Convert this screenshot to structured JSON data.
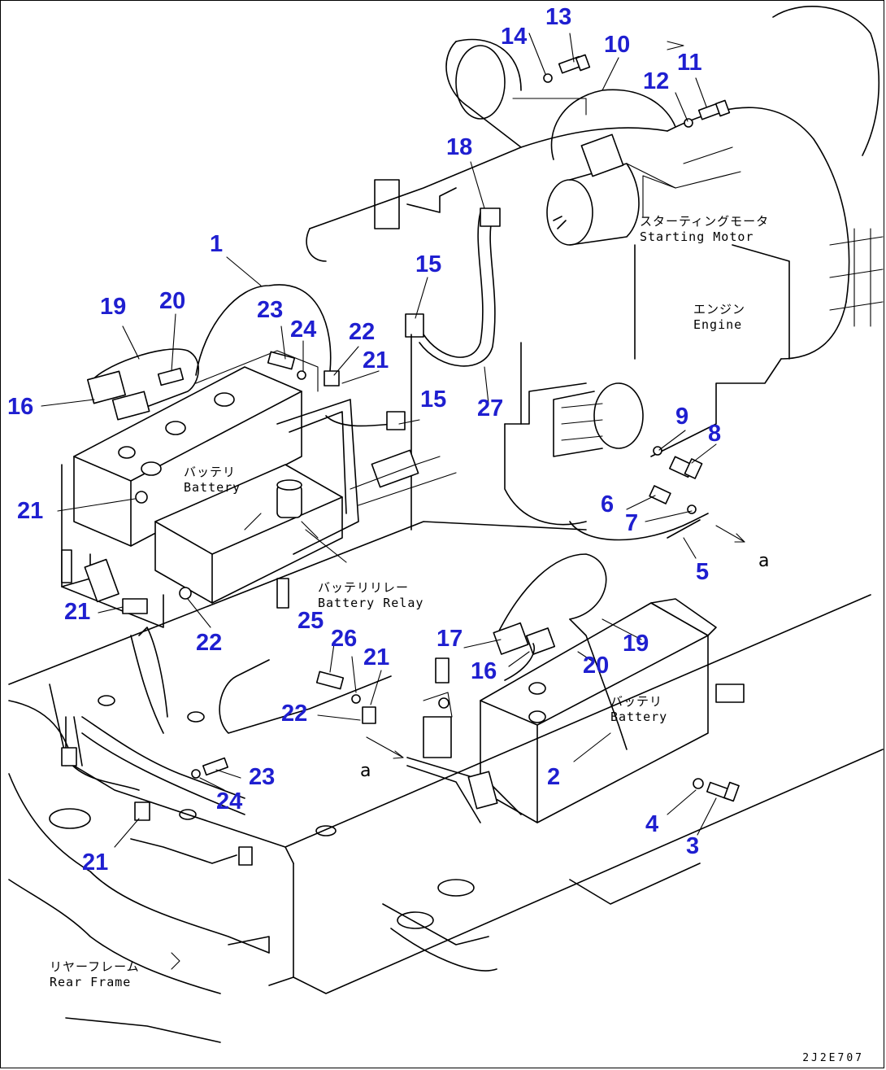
{
  "callouts": [
    "1",
    "2",
    "3",
    "4",
    "5",
    "6",
    "7",
    "8",
    "9",
    "10",
    "11",
    "12",
    "13",
    "14",
    "15",
    "16",
    "17",
    "18",
    "19",
    "20",
    "21",
    "22",
    "23",
    "24",
    "25",
    "26",
    "27"
  ],
  "callout_color": "#1f1fd0",
  "labels": {
    "starting_motor_jp": "スターティングモータ",
    "starting_motor_en": "Starting Motor",
    "engine_jp": "エンジン",
    "engine_en": "Engine",
    "battery_jp": "バッテリ",
    "battery_en": "Battery",
    "battery_relay_jp": "バッテリリレー",
    "battery_relay_en": "Battery Relay",
    "rear_frame_jp": "リヤーフレーム",
    "rear_frame_en": "Rear Frame"
  },
  "view_marker": "a",
  "drawing_code": "2J2E707"
}
